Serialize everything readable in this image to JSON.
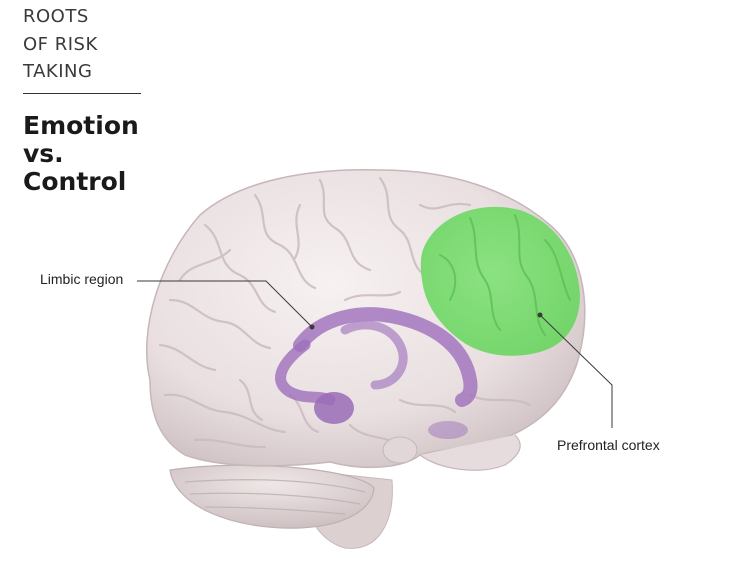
{
  "kicker": {
    "line1": "ROOTS",
    "line2": "OF RISK",
    "line3": "TAKING"
  },
  "headline": {
    "line1": "Emotion",
    "line2": "vs.",
    "line3": "Control"
  },
  "labels": {
    "limbic": "Limbic region",
    "prefrontal": "Prefrontal cortex"
  },
  "colors": {
    "brain": "#ece3e3",
    "limbic": "#9b6fb8",
    "prefrontal": "#7bdc6f",
    "leader": "#3a3a3a"
  }
}
